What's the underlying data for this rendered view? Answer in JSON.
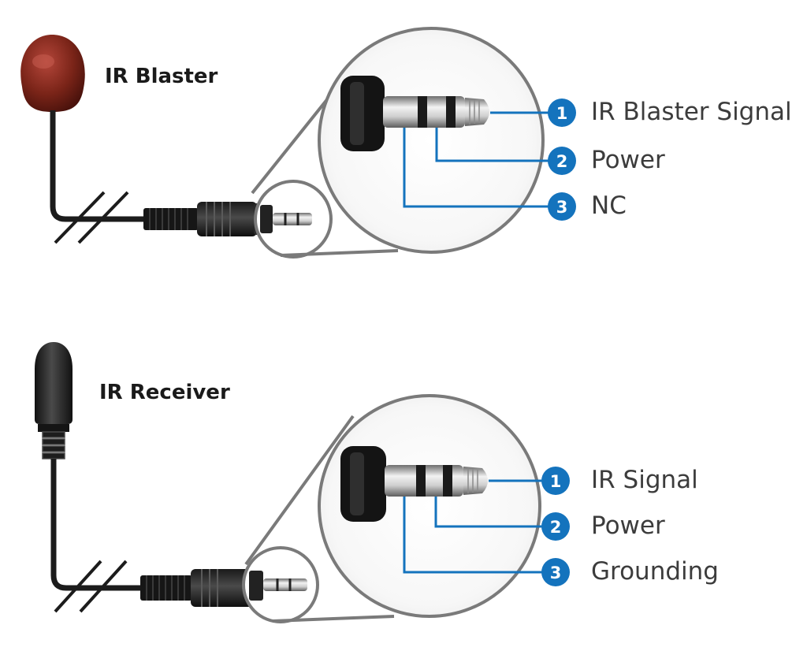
{
  "colors": {
    "accent": "#1473bd",
    "zoom_outline": "#7a7a7a",
    "blaster_head": "#7a2418",
    "receiver_head": "#222222",
    "cable": "#1c1c1c"
  },
  "devices": [
    {
      "title": "IR Blaster",
      "pins": [
        {
          "number": "1",
          "label": "IR Blaster Signal"
        },
        {
          "number": "2",
          "label": "Power"
        },
        {
          "number": "3",
          "label": "NC"
        }
      ]
    },
    {
      "title": "IR Receiver",
      "pins": [
        {
          "number": "1",
          "label": "IR Signal"
        },
        {
          "number": "2",
          "label": "Power"
        },
        {
          "number": "3",
          "label": "Grounding"
        }
      ]
    }
  ]
}
